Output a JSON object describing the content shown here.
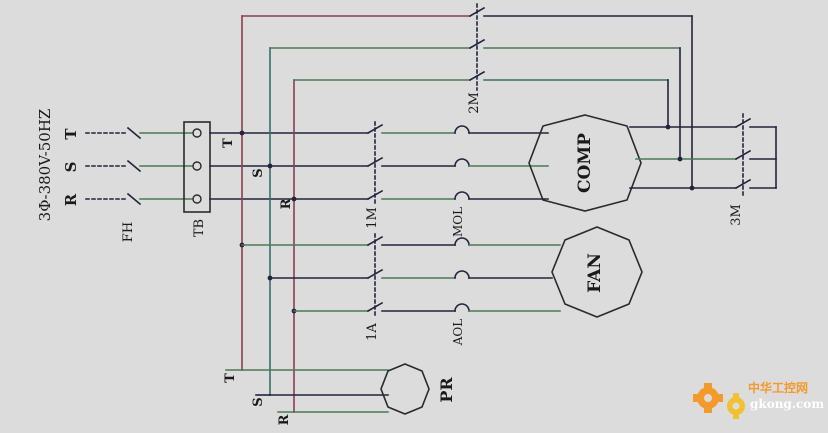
{
  "supply": {
    "spec": "3Φ-380V-50HZ",
    "phase_labels": [
      "R",
      "S",
      "T"
    ]
  },
  "components": {
    "fuse": "FH",
    "terminal_block": "TB",
    "terminal_labels": [
      "T",
      "S",
      "R"
    ],
    "contactor_2m": "2M",
    "contactor_1m": "1M",
    "overload_compressor": "MOL",
    "compressor": "COMP",
    "contactor_3m": "3M",
    "contactor_1a": "1A",
    "overload_fan": "AOL",
    "fan": "FAN",
    "pr_phase_labels": [
      "T",
      "S",
      "R"
    ],
    "pr": "PR"
  },
  "watermark": {
    "site": "gkong.com",
    "brand": "中华工控网"
  },
  "colors": {
    "wire_dark": "#23233d",
    "wire_green": "#4b7a55",
    "wire_red": "#8a3f4e",
    "wire_teal": "#3a6e6a",
    "watermark_orange": "#f39a2a"
  }
}
